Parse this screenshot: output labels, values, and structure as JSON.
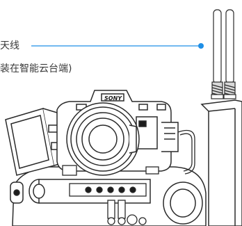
{
  "callout": {
    "line1": "天线",
    "line2": "装在智能云台端)"
  },
  "camera": {
    "brand": "SONY"
  },
  "colors": {
    "accent": "#1f8fe6",
    "ink": "#1c1c1c",
    "outline": "#2a2a2a",
    "text": "#3a3a3a"
  }
}
